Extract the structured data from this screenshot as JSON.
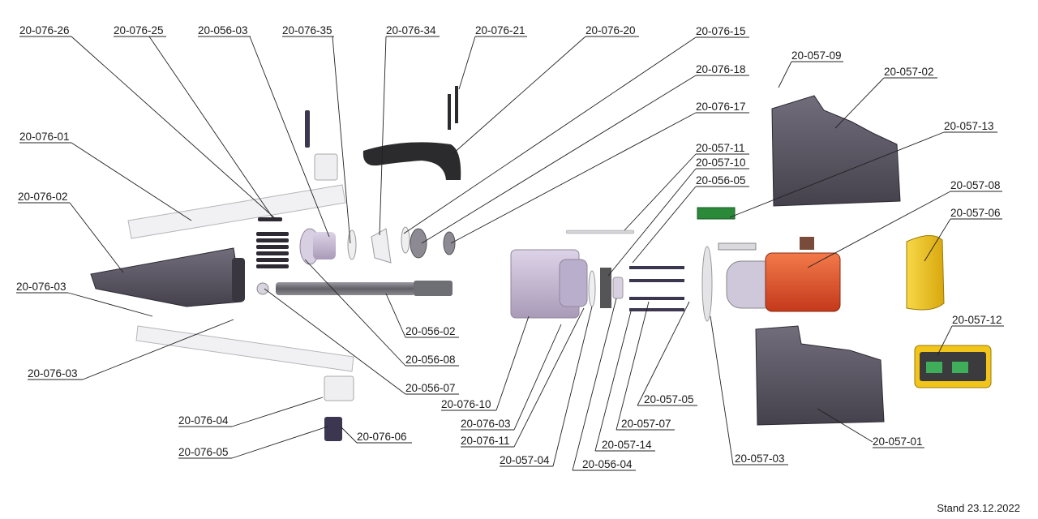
{
  "labels": {
    "p20_076_26": "20-076-26",
    "p20_076_25": "20-076-25",
    "p20_056_03": "20-056-03",
    "p20_076_35": "20-076-35",
    "p20_076_34": "20-076-34",
    "p20_076_21": "20-076-21",
    "p20_076_20": "20-076-20",
    "p20_076_15": "20-076-15",
    "p20_076_18": "20-076-18",
    "p20_076_17": "20-076-17",
    "p20_057_09": "20-057-09",
    "p20_057_02": "20-057-02",
    "p20_057_13": "20-057-13",
    "p20_057_11": "20-057-11",
    "p20_057_10": "20-057-10",
    "p20_056_05": "20-056-05",
    "p20_057_08": "20-057-08",
    "p20_057_06": "20-057-06",
    "p20_076_01": "20-076-01",
    "p20_076_02": "20-076-02",
    "p20_076_03a": "20-076-03",
    "p20_076_03b": "20-076-03",
    "p20_056_02": "20-056-02",
    "p20_056_08": "20-056-08",
    "p20_056_07": "20-056-07",
    "p20_076_04": "20-076-04",
    "p20_076_05": "20-076-05",
    "p20_076_06": "20-076-06",
    "p20_076_10": "20-076-10",
    "p20_076_03c": "20-076-03",
    "p20_076_11": "20-076-11",
    "p20_057_04": "20-057-04",
    "p20_056_04": "20-056-04",
    "p20_057_14": "20-057-14",
    "p20_057_07": "20-057-07",
    "p20_057_05": "20-057-05",
    "p20_057_03": "20-057-03",
    "p20_057_01": "20-057-01",
    "p20_057_12": "20-057-12"
  },
  "footer": {
    "stand": "Stand 23.12.2022"
  },
  "colors": {
    "housing_grey": "#5b5663",
    "lavender": "#c9bed6",
    "light_grey": "#e8e8ec",
    "motor_red": "#e8532a",
    "battery_yellow": "#f2c51b",
    "pcb_green": "#2a8a3a",
    "handle_black": "#2b2b2d"
  }
}
